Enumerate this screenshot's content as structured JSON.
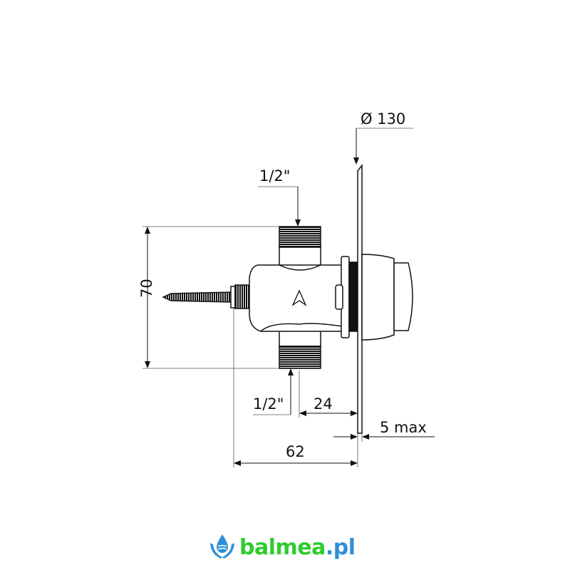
{
  "dimensions": {
    "diameter": "Ø 130",
    "inlet_top": "1/2\"",
    "height": "70",
    "outlet_bottom": "1/2\"",
    "offset": "24",
    "panel_thickness": "5 max",
    "depth": "62"
  },
  "logo": {
    "name": "balmea",
    "tld": ".pl"
  },
  "colors": {
    "line": "#111111",
    "logo_green": "#2ecc2e",
    "logo_blue": "#2f8fd8"
  }
}
